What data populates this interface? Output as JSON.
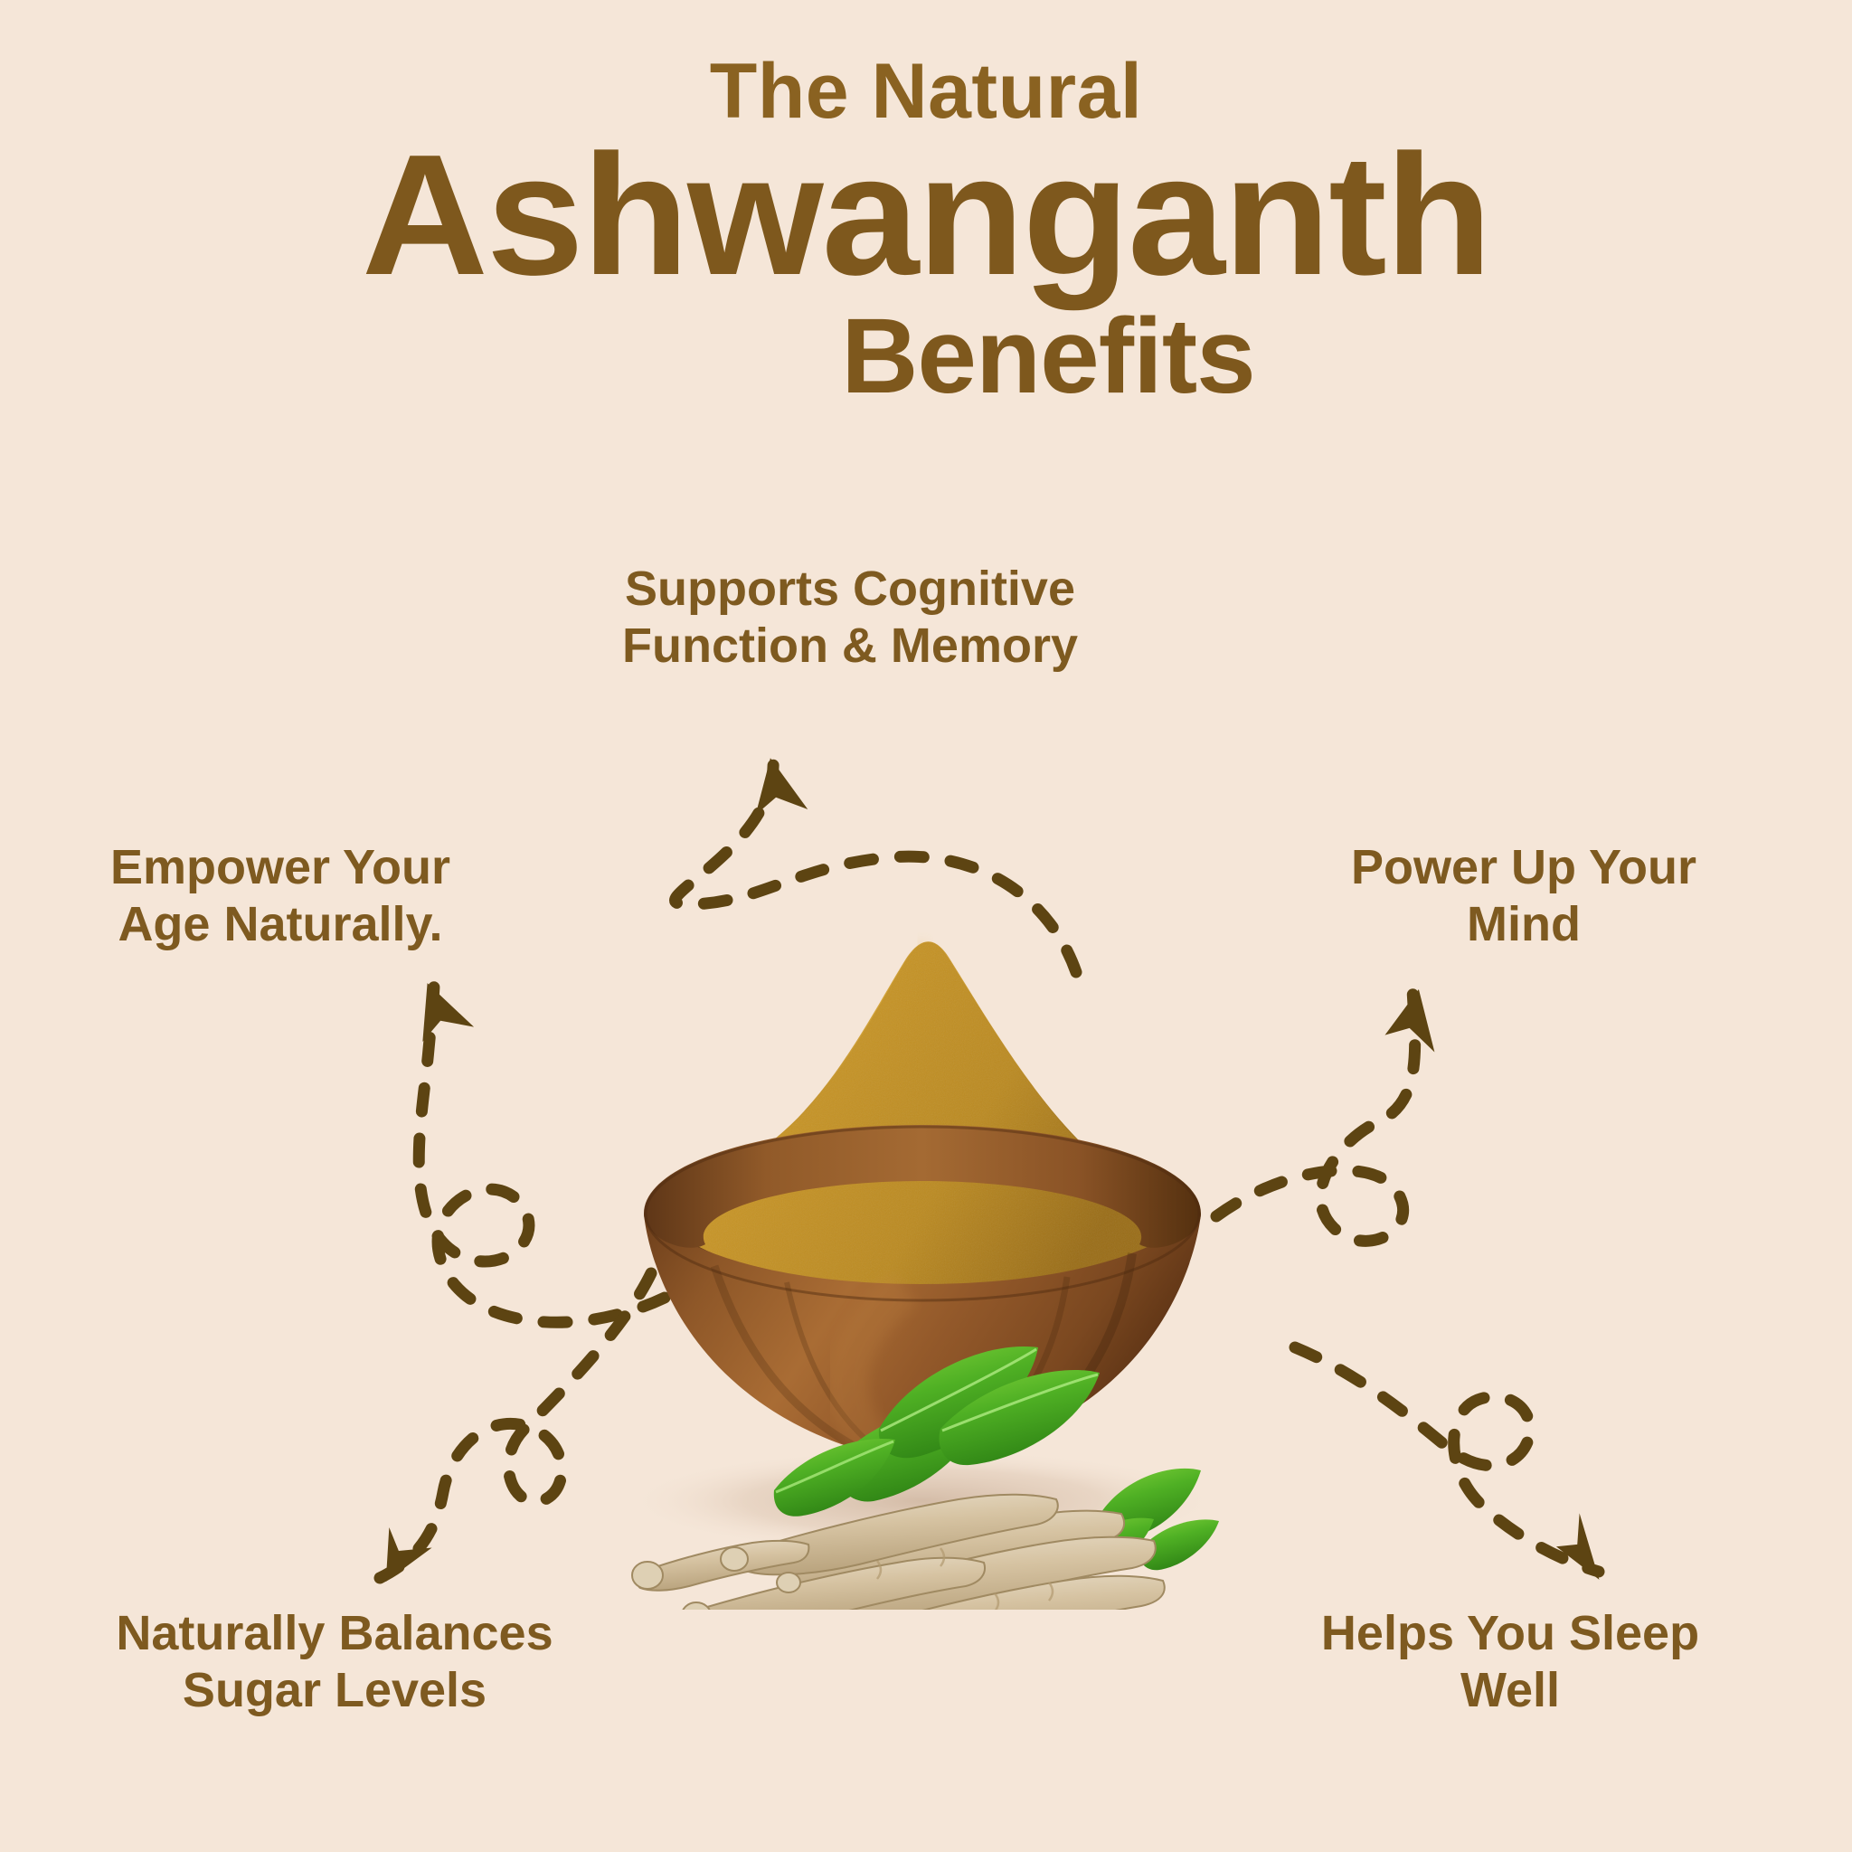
{
  "poster": {
    "background_color": "#f5e6d8",
    "accent_color": "#7e581d",
    "text_color": "#7e5a20",
    "arrow_color": "#5d4412"
  },
  "heading": {
    "eyebrow": "The Natural",
    "title": "Ashwanganth",
    "subtitle": "Benefits"
  },
  "benefits": [
    {
      "id": "cognitive",
      "position": "top",
      "label": "Supports Cognitive\nFunction & Memory"
    },
    {
      "id": "aging",
      "position": "left",
      "label": "Empower Your\nAge Naturally."
    },
    {
      "id": "mind",
      "position": "right",
      "label": "Power Up Your\nMind"
    },
    {
      "id": "sugar",
      "position": "bottom-left",
      "label": "Naturally Balances\nSugar Levels"
    },
    {
      "id": "sleep",
      "position": "bottom-right",
      "label": "Helps You Sleep\nWell"
    }
  ],
  "product_image": {
    "name": "ashwagandha-powder-bowl",
    "description": "Wooden bowl of ashwagandha powder with green leaves and dried roots",
    "powder_color": "#c08f28",
    "bowl_color": "#8b5a2b",
    "leaf_color": "#4caf28",
    "root_color": "#d9c6a8"
  },
  "connectors": [
    {
      "name": "connector-cognitive",
      "style": "dashed-s-curve",
      "arrow": "up-left"
    },
    {
      "name": "connector-aging",
      "style": "dashed-loop",
      "arrow": "up-left"
    },
    {
      "name": "connector-mind",
      "style": "dashed-loop",
      "arrow": "up-right"
    },
    {
      "name": "connector-sugar",
      "style": "dashed-loop",
      "arrow": "down-left"
    },
    {
      "name": "connector-sleep",
      "style": "dashed-loop",
      "arrow": "down-right"
    }
  ]
}
